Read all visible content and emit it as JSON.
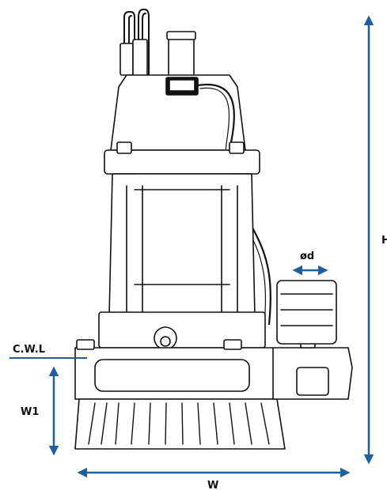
{
  "labels": {
    "height": "H",
    "width": "W",
    "diameter": "ød",
    "level": "C.W.L",
    "w1": "W1"
  },
  "colors": {
    "dimension": "#1f5f9e",
    "outline": "#111111",
    "fill": "#ffffff"
  }
}
